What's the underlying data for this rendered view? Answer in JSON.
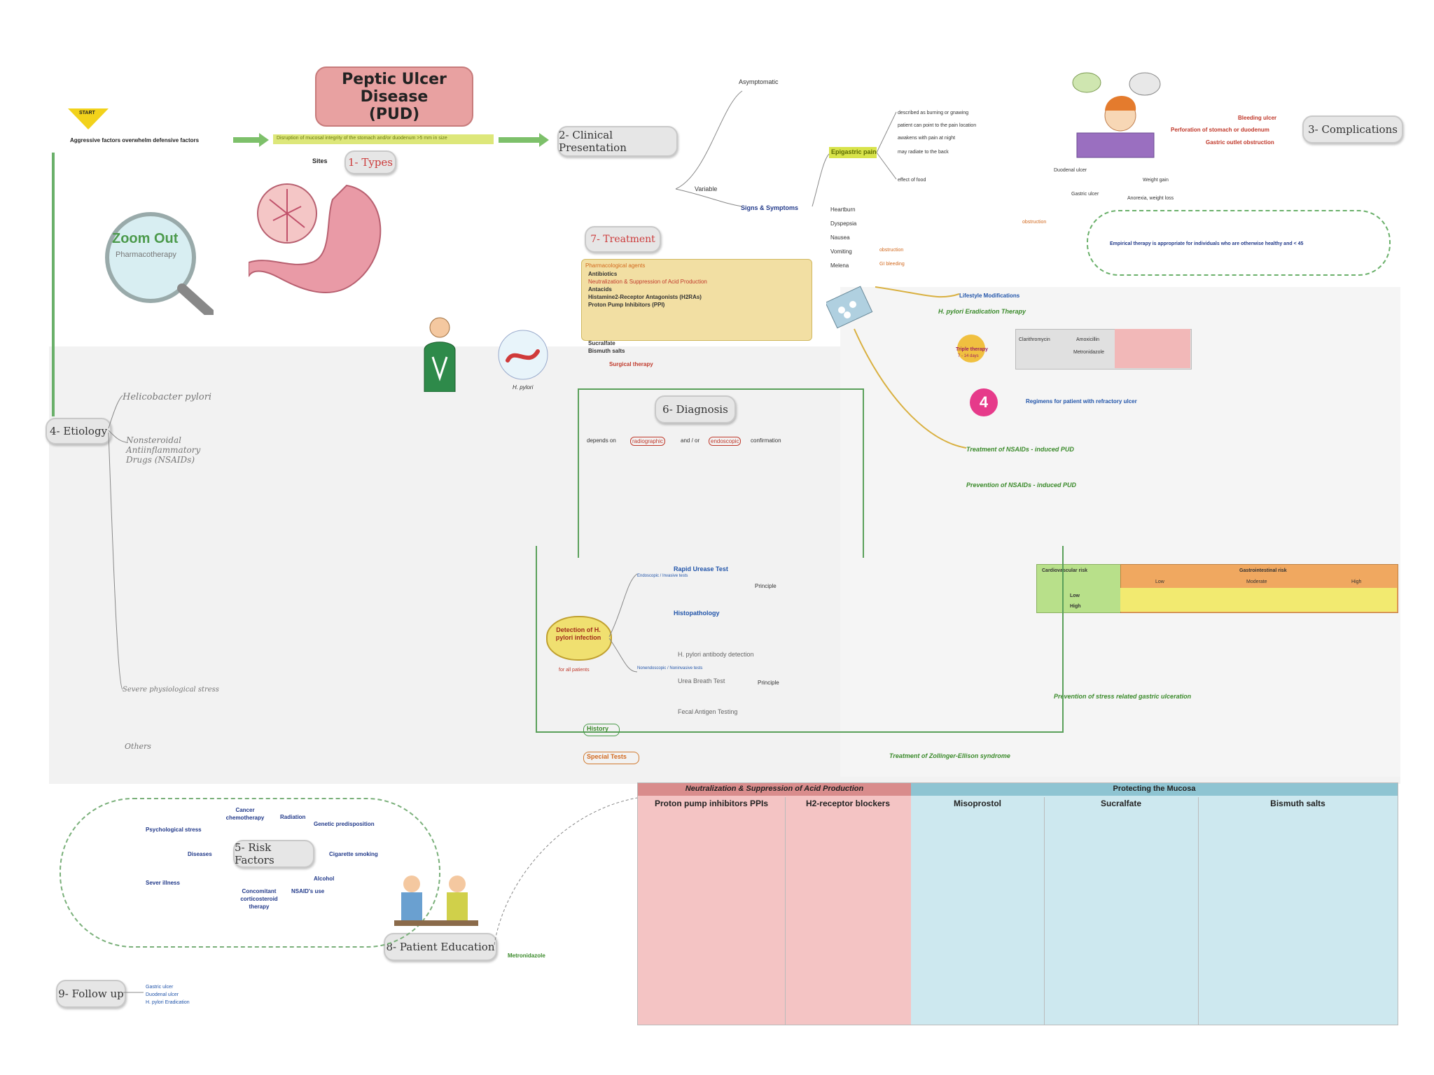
{
  "title": {
    "line1": "Peptic Ulcer Disease",
    "line2": "(PUD)"
  },
  "start_label": "START",
  "nodes": {
    "types": "1- Types",
    "clinical": "2- Clinical Presentation",
    "complications": "3- Complications",
    "etiology": "4- Etiology",
    "risk": "5- Risk Factors",
    "diagnosis": "6- Diagnosis",
    "treatment": "7- Treatment",
    "education": "8- Patient Education",
    "followup": "9- Follow up"
  },
  "zoom": {
    "line1": "Zoom Out",
    "line2": "Pharmacotherapy"
  },
  "aggressive_line": "Aggressive factors overwhelm defensive factors",
  "disruption_line": "Disruption of mucosal integrity of the stomach and/or duodenum >5 mm in size",
  "sites_label": "Sites",
  "complications_items": [
    "Bleeding ulcer",
    "Perforation of stomach or duodenum",
    "Gastric outlet obstruction"
  ],
  "signs_label": "Signs & Symptoms",
  "epigastric_label": "Epigastric pain",
  "symptoms": [
    "Heartburn",
    "Dyspepsia",
    "Nausea",
    "Vomiting",
    "Melena"
  ],
  "symptom_notes": [
    "obstruction",
    "obstruction",
    "GI bleeding"
  ],
  "variable_label": "Variable",
  "asymptomatic_label": "Asymptomatic",
  "epigastric_details": [
    "described as burning or gnawing",
    "patient can point to the pain location",
    "awakens with pain at night",
    "may radiate to the back",
    "effect of food"
  ],
  "ulcer_kinds": [
    "Duodenal ulcer",
    "Gastric ulcer"
  ],
  "weight_notes": [
    "Weight gain",
    "Anorexia, weight loss"
  ],
  "empirical_note": "Empirical therapy is appropriate for individuals who are otherwise healthy and < 45",
  "etiology_branches": [
    "Helicobacter pylori",
    "Nonsteroidal Antiinflammatory Drugs (NSAIDs)",
    "Severe physiological stress",
    "Others"
  ],
  "hp_label": "H. pylori",
  "diagnosis": {
    "depends": "depends on",
    "radiographic": "radiographic",
    "and_or": "and / or",
    "endoscopic": "endoscopic",
    "confirmation": "confirmation",
    "detection": "Detection of H. pylori infection",
    "for_all": "for all patients",
    "rapid": "Rapid Urease Test",
    "histo": "Histopathology",
    "antibody": "H. pylori antibody detection",
    "breath": "Urea Breath Test",
    "fecal": "Fecal Antigen Testing",
    "principle": "Principle",
    "history": "History",
    "special": "Special Tests",
    "endoscopic_tests": "Endoscopic / Invasive tests",
    "nonendoscopic_tests": "Nonendoscopic / Noninvasive tests"
  },
  "treatment": {
    "pharm": "Pharmacological agents",
    "items": [
      "Antibiotics",
      "Neutralization & Suppression of Acid Production",
      "Antacids",
      "Histamine2-Receptor Antagonists (H2RAs)",
      "Proton Pump Inhibitors (PPI)",
      "Sucralfate",
      "Bismuth salts"
    ],
    "surgical": "Surgical therapy",
    "lifestyle": "Lifestyle Modifications",
    "hpylori_therapy": "H. pylori Eradication Therapy",
    "triple": "Triple therapy",
    "triple_days": "7 - 14 days",
    "clarithro": "Clarithromycin",
    "amox": "Amoxicillin",
    "metro": "Metronidazole",
    "nsaid_treat": "Treatment of NSAIDs - induced PUD",
    "nsaid_prev": "Prevention of NSAIDs - induced PUD",
    "stress_prev": "Prevention of stress related gastric ulceration",
    "zollinger": "Treatment of Zollinger-Ellison syndrome",
    "regimens": "Regimens for patient with refractory ulcer"
  },
  "cv_table": {
    "head_left": "Cardiovascular risk",
    "head_right": "Gastrointestinal risk",
    "cols": [
      "Low",
      "Moderate",
      "High"
    ],
    "rows": [
      "Low",
      "High"
    ]
  },
  "drug_table": {
    "group1": "Neutralization & Suppression of Acid Production",
    "group2": "Protecting the Mucosa",
    "cols": [
      "Proton pump inhibitors PPIs",
      "H2-receptor blockers",
      "Misoprostol",
      "Sucralfate",
      "Bismuth salts"
    ]
  },
  "risk_factors": [
    "Cancer chemotherapy",
    "Radiation",
    "Genetic predisposition",
    "Psychological stress",
    "Diseases",
    "Cigarette smoking",
    "Alcohol",
    "Sever illness",
    "NSAID's use",
    "Concomitant corticosteroid therapy"
  ],
  "education": {
    "metronidazole": "Metronidazole"
  },
  "followup_notes": [
    "Gastric ulcer",
    "Duodenal ulcer",
    "H. pylori Eradication"
  ],
  "colors": {
    "accent_green": "#5aa05a",
    "node_gray": "#e6e6e6",
    "title_pink": "#e8a1a1",
    "treat_yellow": "#f2dfa3",
    "table_pink": "#f2b8b8",
    "table_blue": "#b8dde6",
    "orange": "#f0a860",
    "yellow_green": "#dde77a"
  },
  "icons": [
    "magnifier-icon",
    "stomach-illustration",
    "pill-pack-icon",
    "bacteria-icon",
    "doctor-icon"
  ]
}
